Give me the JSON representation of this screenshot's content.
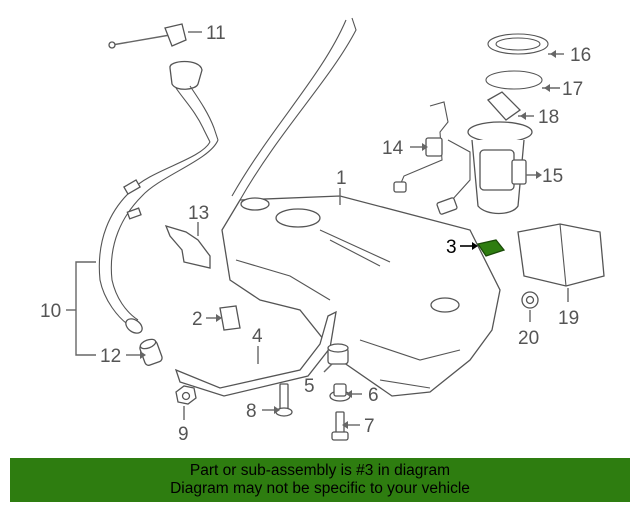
{
  "diagram": {
    "highlighted_part": "3",
    "highlight_color": "#2e7d10",
    "labels": {
      "p1": "1",
      "p2": "2",
      "p3": "3",
      "p4": "4",
      "p5": "5",
      "p6": "6",
      "p7": "7",
      "p8": "8",
      "p9": "9",
      "p10": "10",
      "p11": "11",
      "p12": "12",
      "p13": "13",
      "p14": "14",
      "p15": "15",
      "p16": "16",
      "p17": "17",
      "p18": "18",
      "p19": "19",
      "p20": "20"
    }
  },
  "banner": {
    "line1": "Part or sub-assembly is #3 in diagram",
    "line2": "Diagram may not be specific to your vehicle",
    "background": "#2e7d10"
  }
}
